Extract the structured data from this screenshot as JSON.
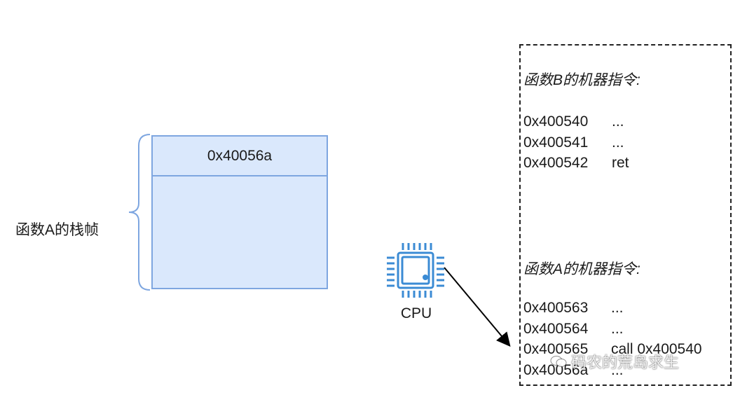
{
  "stack_frame": {
    "label": "函数A的栈帧",
    "top_value": "0x40056a"
  },
  "cpu": {
    "label": "CPU",
    "icon": "cpu-chip-icon",
    "color": "#3b8bd4"
  },
  "function_b": {
    "title": "函数B的机器指令:",
    "rows": [
      {
        "addr": "0x400540",
        "instr": "..."
      },
      {
        "addr": "0x400541",
        "instr": "..."
      },
      {
        "addr": "0x400542",
        "instr": "ret"
      }
    ]
  },
  "function_a": {
    "title": "函数A的机器指令:",
    "rows": [
      {
        "addr": "0x400563",
        "instr": "..."
      },
      {
        "addr": "0x400564",
        "instr": "..."
      },
      {
        "addr": "0x400565",
        "instr": "call 0x400540"
      },
      {
        "addr": "0x40056a",
        "instr": "..."
      }
    ]
  },
  "watermark": {
    "text": "码农的荒岛求生",
    "icon": "wechat-icon"
  },
  "colors": {
    "stack_fill": "#dae8fc",
    "stack_border": "#7ea6e0",
    "text": "#1a1a1a"
  }
}
